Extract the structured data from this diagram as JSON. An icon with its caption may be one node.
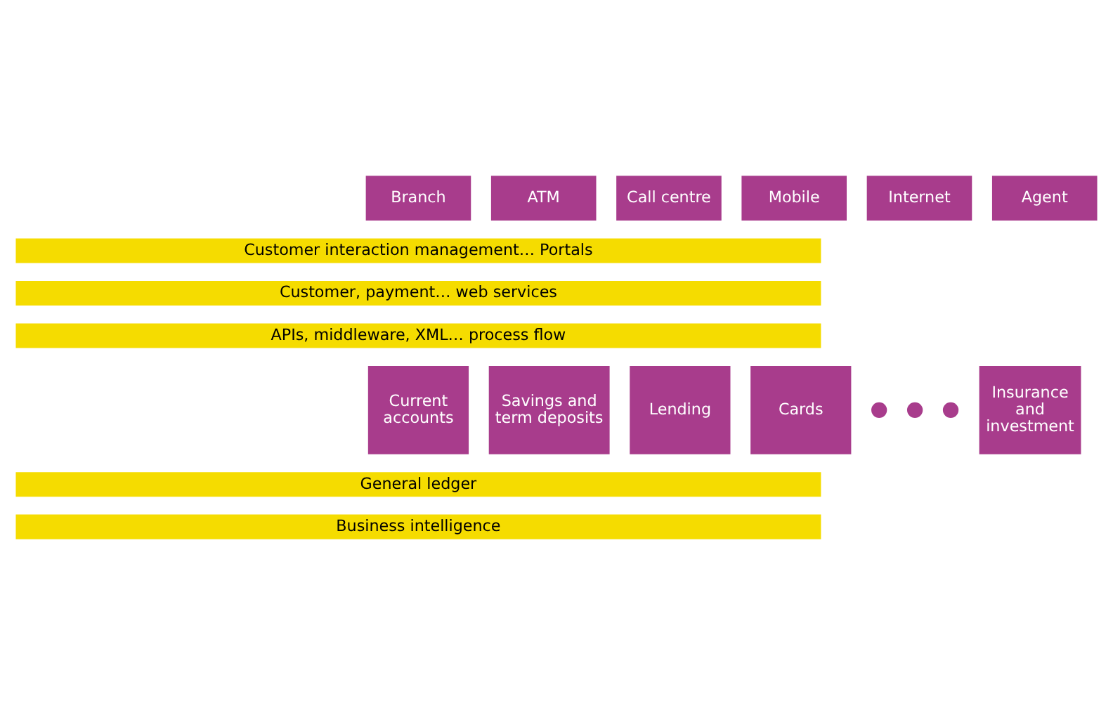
{
  "diagram": {
    "nodes": [
      {
        "text": [
          "Branch"
        ]
      },
      {
        "text": [
          "ATM"
        ]
      },
      {
        "text": [
          "Call centre"
        ]
      },
      {
        "text": [
          "Mobile"
        ]
      },
      {
        "text": [
          "Internet"
        ]
      },
      {
        "text": [
          "Agent"
        ]
      },
      {
        "text": [
          "Customer interaction management… Portals"
        ]
      },
      {
        "text": [
          "Customer, payment… web services"
        ]
      },
      {
        "text": [
          "APIs, middleware, XML… process flow"
        ]
      },
      {
        "text": [
          "Current accounts"
        ]
      },
      {
        "text": [
          "Savings and term deposits"
        ]
      },
      {
        "text": [
          "Lending"
        ]
      },
      {
        "text": [
          "Cards"
        ]
      },
      {
        "text": [],
        "shape": "circle"
      },
      {
        "text": [],
        "shape": "circle"
      },
      {
        "text": [],
        "shape": "circle"
      },
      {
        "text": [
          "Insurance and investment"
        ]
      },
      {
        "text": [
          "General ledger"
        ]
      },
      {
        "text": [
          "Business intelligence"
        ]
      }
    ]
  }
}
